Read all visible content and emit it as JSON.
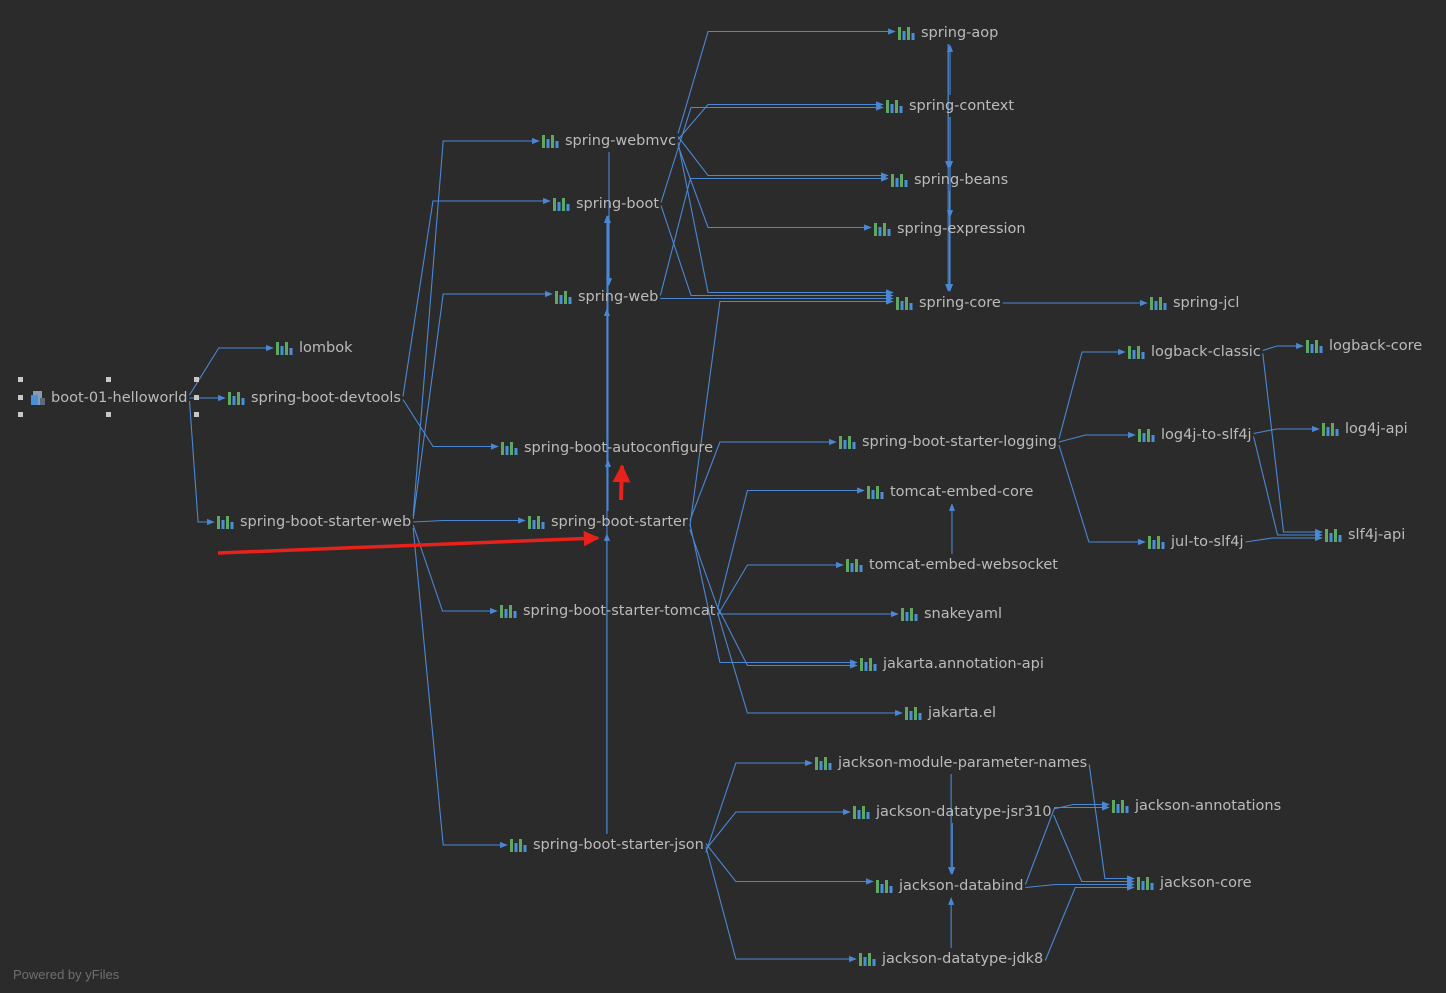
{
  "colors": {
    "background": "#2b2b2b",
    "edge": "#4a88d6",
    "label": "#bbbbbb",
    "icon_green": "#5fa85f",
    "icon_blue": "#4a8fd9",
    "highlight_arrow": "#e8211b"
  },
  "nodes": [
    {
      "id": "root",
      "label": "boot-01-helloworld",
      "icon": "module-icon"
    },
    {
      "id": "lombok",
      "label": "lombok",
      "icon": "library-icon"
    },
    {
      "id": "devtools",
      "label": "spring-boot-devtools",
      "icon": "library-icon"
    },
    {
      "id": "starter-web",
      "label": "spring-boot-starter-web",
      "icon": "library-icon"
    },
    {
      "id": "webmvc",
      "label": "spring-webmvc",
      "icon": "library-icon"
    },
    {
      "id": "boot",
      "label": "spring-boot",
      "icon": "library-icon"
    },
    {
      "id": "web",
      "label": "spring-web",
      "icon": "library-icon"
    },
    {
      "id": "autoconfigure",
      "label": "spring-boot-autoconfigure",
      "icon": "library-icon"
    },
    {
      "id": "starter",
      "label": "spring-boot-starter",
      "icon": "library-icon"
    },
    {
      "id": "starter-tomcat",
      "label": "spring-boot-starter-tomcat",
      "icon": "library-icon"
    },
    {
      "id": "starter-json",
      "label": "spring-boot-starter-json",
      "icon": "library-icon"
    },
    {
      "id": "aop",
      "label": "spring-aop",
      "icon": "library-icon"
    },
    {
      "id": "context",
      "label": "spring-context",
      "icon": "library-icon"
    },
    {
      "id": "beans",
      "label": "spring-beans",
      "icon": "library-icon"
    },
    {
      "id": "expression",
      "label": "spring-expression",
      "icon": "library-icon"
    },
    {
      "id": "core",
      "label": "spring-core",
      "icon": "library-icon"
    },
    {
      "id": "jcl",
      "label": "spring-jcl",
      "icon": "library-icon"
    },
    {
      "id": "starter-logging",
      "label": "spring-boot-starter-logging",
      "icon": "library-icon"
    },
    {
      "id": "tomcat-core",
      "label": "tomcat-embed-core",
      "icon": "library-icon"
    },
    {
      "id": "tomcat-websocket",
      "label": "tomcat-embed-websocket",
      "icon": "library-icon"
    },
    {
      "id": "snakeyaml",
      "label": "snakeyaml",
      "icon": "library-icon"
    },
    {
      "id": "annotation-api",
      "label": "jakarta.annotation-api",
      "icon": "library-icon"
    },
    {
      "id": "jakarta-el",
      "label": "jakarta.el",
      "icon": "library-icon"
    },
    {
      "id": "logback-classic",
      "label": "logback-classic",
      "icon": "library-icon"
    },
    {
      "id": "logback-core",
      "label": "logback-core",
      "icon": "library-icon"
    },
    {
      "id": "log4j-to-slf4j",
      "label": "log4j-to-slf4j",
      "icon": "library-icon"
    },
    {
      "id": "log4j-api",
      "label": "log4j-api",
      "icon": "library-icon"
    },
    {
      "id": "jul-to-slf4j",
      "label": "jul-to-slf4j",
      "icon": "library-icon"
    },
    {
      "id": "slf4j-api",
      "label": "slf4j-api",
      "icon": "library-icon"
    },
    {
      "id": "param-names",
      "label": "jackson-module-parameter-names",
      "icon": "library-icon"
    },
    {
      "id": "jsr310",
      "label": "jackson-datatype-jsr310",
      "icon": "library-icon"
    },
    {
      "id": "databind",
      "label": "jackson-databind",
      "icon": "library-icon"
    },
    {
      "id": "jdk8",
      "label": "jackson-datatype-jdk8",
      "icon": "library-icon"
    },
    {
      "id": "annotations",
      "label": "jackson-annotations",
      "icon": "library-icon"
    },
    {
      "id": "jackson-core",
      "label": "jackson-core",
      "icon": "library-icon"
    }
  ],
  "edges": [
    [
      "root",
      "lombok"
    ],
    [
      "root",
      "devtools"
    ],
    [
      "root",
      "starter-web"
    ],
    [
      "devtools",
      "boot"
    ],
    [
      "devtools",
      "autoconfigure"
    ],
    [
      "starter-web",
      "webmvc"
    ],
    [
      "starter-web",
      "web"
    ],
    [
      "starter-web",
      "starter"
    ],
    [
      "starter-web",
      "starter-tomcat"
    ],
    [
      "starter-web",
      "starter-json"
    ],
    [
      "webmvc",
      "aop"
    ],
    [
      "webmvc",
      "beans"
    ],
    [
      "webmvc",
      "context"
    ],
    [
      "webmvc",
      "core"
    ],
    [
      "webmvc",
      "expression"
    ],
    [
      "webmvc",
      "web"
    ],
    [
      "boot",
      "context"
    ],
    [
      "boot",
      "core"
    ],
    [
      "web",
      "beans"
    ],
    [
      "web",
      "core"
    ],
    [
      "autoconfigure",
      "boot"
    ],
    [
      "starter",
      "boot"
    ],
    [
      "starter",
      "autoconfigure"
    ],
    [
      "starter",
      "starter-logging"
    ],
    [
      "starter",
      "annotation-api"
    ],
    [
      "starter",
      "core"
    ],
    [
      "starter",
      "snakeyaml"
    ],
    [
      "starter-tomcat",
      "annotation-api"
    ],
    [
      "starter-tomcat",
      "tomcat-core"
    ],
    [
      "starter-tomcat",
      "jakarta-el"
    ],
    [
      "starter-tomcat",
      "tomcat-websocket"
    ],
    [
      "starter-json",
      "starter"
    ],
    [
      "starter-json",
      "web"
    ],
    [
      "starter-json",
      "databind"
    ],
    [
      "starter-json",
      "jdk8"
    ],
    [
      "starter-json",
      "jsr310"
    ],
    [
      "starter-json",
      "param-names"
    ],
    [
      "aop",
      "beans"
    ],
    [
      "aop",
      "core"
    ],
    [
      "context",
      "aop"
    ],
    [
      "context",
      "beans"
    ],
    [
      "context",
      "core"
    ],
    [
      "context",
      "expression"
    ],
    [
      "beans",
      "core"
    ],
    [
      "expression",
      "core"
    ],
    [
      "core",
      "jcl"
    ],
    [
      "starter-logging",
      "logback-classic"
    ],
    [
      "starter-logging",
      "log4j-to-slf4j"
    ],
    [
      "starter-logging",
      "jul-to-slf4j"
    ],
    [
      "logback-classic",
      "logback-core"
    ],
    [
      "logback-classic",
      "slf4j-api"
    ],
    [
      "log4j-to-slf4j",
      "log4j-api"
    ],
    [
      "log4j-to-slf4j",
      "slf4j-api"
    ],
    [
      "jul-to-slf4j",
      "slf4j-api"
    ],
    [
      "tomcat-websocket",
      "tomcat-core"
    ],
    [
      "param-names",
      "databind"
    ],
    [
      "param-names",
      "jackson-core"
    ],
    [
      "jsr310",
      "annotations"
    ],
    [
      "jsr310",
      "databind"
    ],
    [
      "jsr310",
      "jackson-core"
    ],
    [
      "databind",
      "annotations"
    ],
    [
      "databind",
      "jackson-core"
    ],
    [
      "jdk8",
      "databind"
    ],
    [
      "jdk8",
      "jackson-core"
    ]
  ],
  "footer": {
    "powered_by": "Powered by yFiles"
  }
}
